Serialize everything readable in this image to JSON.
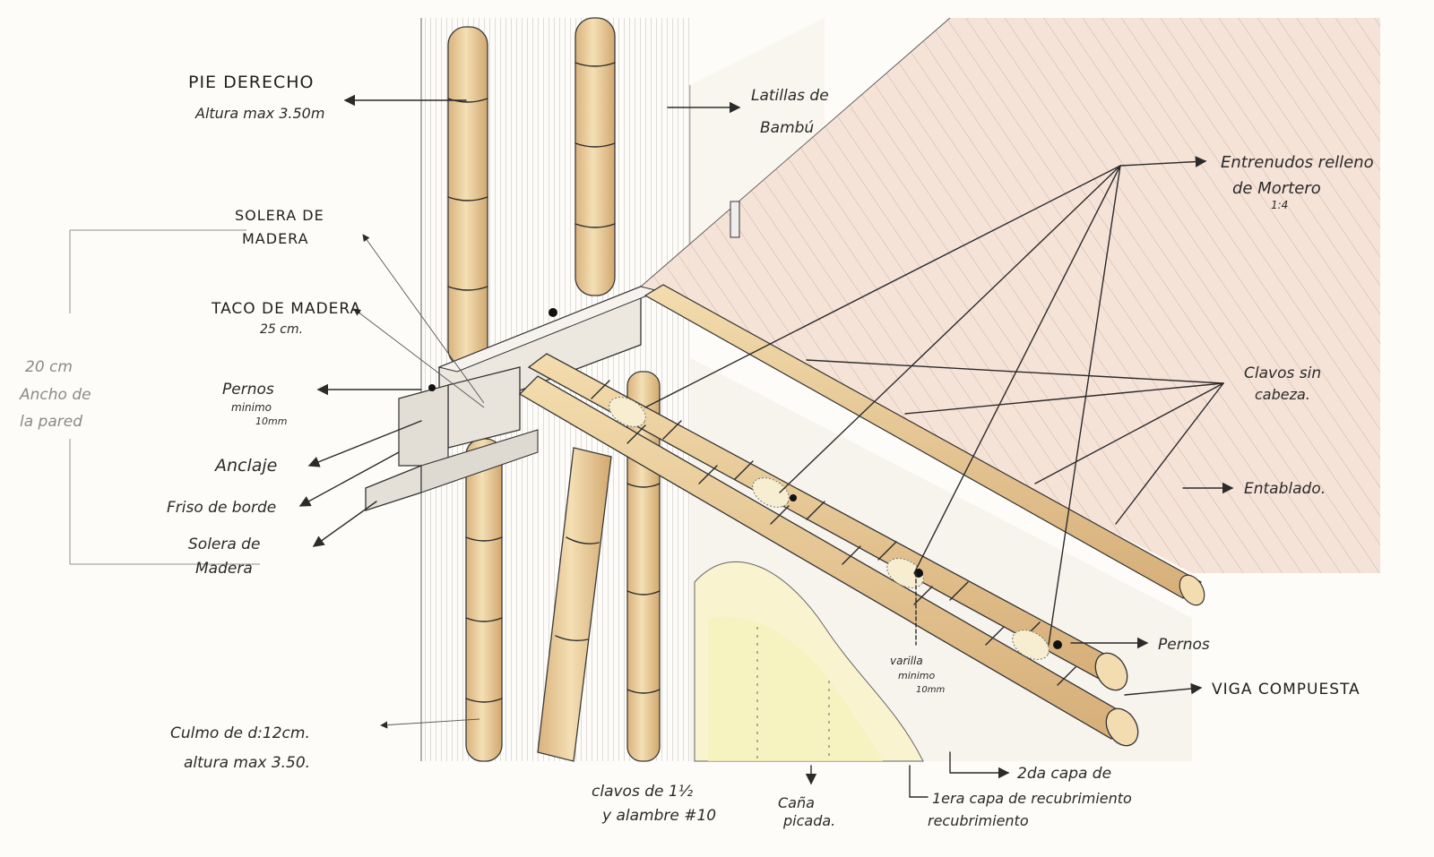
{
  "labels": {
    "pie_derecho_1": "PIE DERECHO",
    "pie_derecho_2": "Altura max 3.50m",
    "latillas_1": "Latillas de",
    "latillas_2": "Bambú",
    "entrenudos_1": "Entrenudos relleno",
    "entrenudos_2": "de Mortero",
    "entrenudos_3": "1:4",
    "solera_madera_top_1": "SOLERA DE",
    "solera_madera_top_2": "MADERA",
    "taco_1": "TACO DE MADERA",
    "taco_2": "25 cm.",
    "pernos_left_1": "Pernos",
    "pernos_left_2": "minimo",
    "pernos_left_3": "10mm",
    "ancho_1": "20 cm",
    "ancho_2": "Ancho de",
    "ancho_3": "la pared",
    "anclaje": "Anclaje",
    "friso": "Friso de borde",
    "solera_madera_bottom_1": "Solera de",
    "solera_madera_bottom_2": "Madera",
    "clavos_sin_1": "Clavos sin",
    "clavos_sin_2": "cabeza.",
    "entablado": "Entablado.",
    "pernos_right": "Pernos",
    "viga": "VIGA COMPUESTA",
    "varilla_1": "varilla",
    "varilla_2": "minimo",
    "varilla_3": "10mm",
    "culmo_1": "Culmo de d:12cm.",
    "culmo_2": "altura max 3.50.",
    "clavos_1": "clavos de 1½",
    "clavos_2": "y alambre #10",
    "cana_1": "Caña",
    "cana_2": "picada.",
    "capa2_1": "2da capa de",
    "capa2_2": "recubrimiento",
    "capa1_1": "1era capa de recubrimiento"
  },
  "colors": {
    "bamboo": "#efd4a4",
    "bamboo_shade": "#d9b27c",
    "floor": "#f4ddd0",
    "wood": "#e6e3dc",
    "ink": "#2b2b2b",
    "mortar_fill": "#f7f4c8"
  }
}
